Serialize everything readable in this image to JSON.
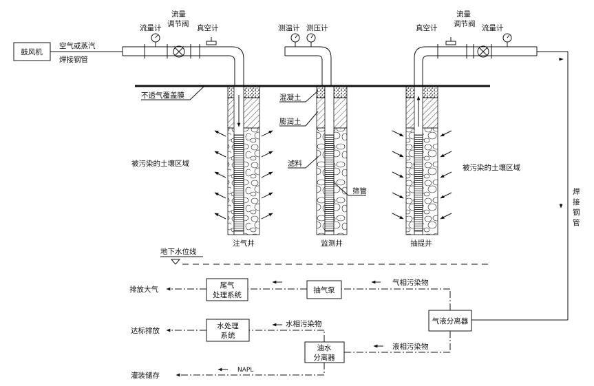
{
  "labels": {
    "blower": "鼓风机",
    "air_or_steam": "空气或蒸汽",
    "welded_pipe_left": "焊接钢管",
    "flowmeter": "流量计",
    "flow_valve_line1": "流量",
    "flow_valve_line2": "调节阀",
    "vacuum_gauge": "真空计",
    "thermometer": "测温计",
    "pressure_gauge": "测压计",
    "impermeable_membrane": "不透气覆盖膜",
    "concrete": "混凝土",
    "bentonite": "膨润土",
    "filter_media": "滤料",
    "screen_pipe": "筛管",
    "contaminated_soil_left": "被污染的土壤区域",
    "contaminated_soil_right": "被污染的土壤区域",
    "injection_well": "注气井",
    "monitoring_well": "监测井",
    "extraction_well": "抽提井",
    "water_table": "地下水位线",
    "welded_pipe_right": "焊接钢管",
    "gas_liquid_separator": "气液分离器",
    "vapor_pollutants": "气相污染物",
    "liquid_pollutants": "液相污染物",
    "extraction_pump": "抽气泵",
    "tail_gas_line1": "尾气",
    "tail_gas_line2": "处理系统",
    "vent_atmosphere": "排放大气",
    "oil_water_line1": "油水",
    "oil_water_line2": "分离器",
    "water_pollutants": "水相污染物",
    "water_treat_line1": "水处理",
    "water_treat_line2": "系统",
    "discharge": "达标排放",
    "napl": "NAPL",
    "storage": "灌装储存"
  }
}
